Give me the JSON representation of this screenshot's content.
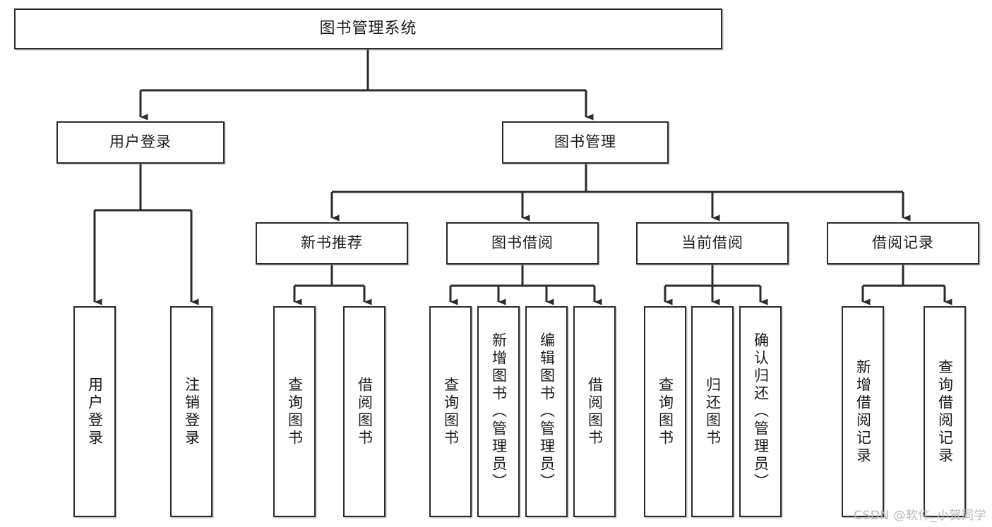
{
  "diagram": {
    "title": "图书管理系统",
    "type": "tree-hierarchy-diagram",
    "watermark": "CSDN @软件_小贺同学",
    "colors": {
      "box_border": "#2b2b2b",
      "box_fill": "#ffffff",
      "line": "#2b2b2b",
      "text": "#1a1a1a",
      "watermark": "#b9b9b9"
    },
    "nodes": {
      "root": {
        "label": "图书管理系统"
      },
      "level2": [
        {
          "label": "用户登录"
        },
        {
          "label": "图书管理"
        }
      ],
      "level3": [
        {
          "label": "新书推荐"
        },
        {
          "label": "图书借阅"
        },
        {
          "label": "当前借阅"
        },
        {
          "label": "借阅记录"
        }
      ],
      "leaves": {
        "user_login": [
          {
            "label": "用户登录"
          },
          {
            "label": "注销登录"
          }
        ],
        "new_book": [
          {
            "label": "查询图书"
          },
          {
            "label": "借阅图书"
          }
        ],
        "book_borrow": [
          {
            "label": "查询图书"
          },
          {
            "label": "新增图书（管理员）"
          },
          {
            "label": "编辑图书（管理员）"
          },
          {
            "label": "借阅图书"
          }
        ],
        "current_borrow": [
          {
            "label": "查询图书"
          },
          {
            "label": "归还图书"
          },
          {
            "label": "确认归还（管理员）"
          }
        ],
        "borrow_record": [
          {
            "label": "新增借阅记录"
          },
          {
            "label": "查询借阅记录"
          }
        ]
      }
    }
  }
}
